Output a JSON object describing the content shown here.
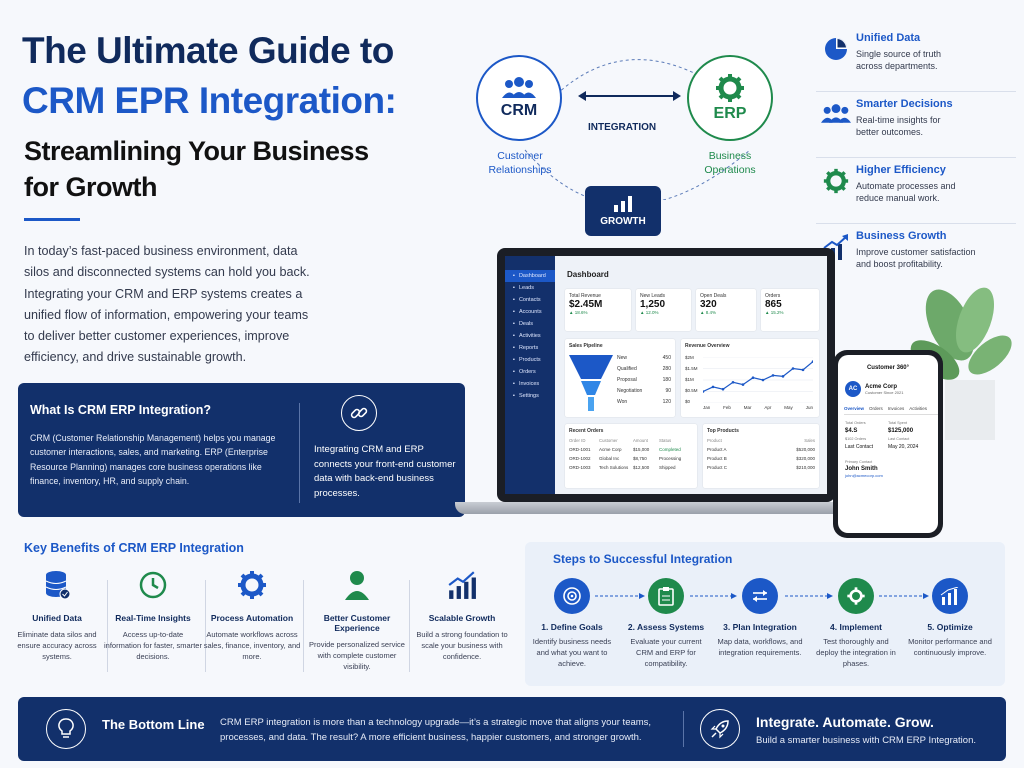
{
  "hero": {
    "title_line1": "The Ultimate Guide to",
    "title_line2": "CRM EPR Integration:",
    "subtitle_line1": "Streamlining Your Business",
    "subtitle_line2": "for Growth",
    "intro": "In today’s fast-paced business environment, data silos and disconnected systems can hold you back. Integrating your CRM and ERP systems creates a unified flow of information, empowering your teams to deliver better customer experiences, improve efficiency, and drive sustainable growth."
  },
  "diagram": {
    "crm_label": "CRM",
    "erp_label": "ERP",
    "integration_label": "INTEGRATION",
    "growth_label": "GROWTH",
    "crm_caption_1": "Customer",
    "crm_caption_2": "Relationships",
    "erp_caption_1": "Business",
    "erp_caption_2": "Operations"
  },
  "right_features": [
    {
      "icon": "pie-chart-icon",
      "title": "Unified Data",
      "desc_1": "Single source of truth",
      "desc_2": "across departments."
    },
    {
      "icon": "people-icon",
      "title": "Smarter Decisions",
      "desc_1": "Real-time insights for",
      "desc_2": "better outcomes."
    },
    {
      "icon": "gear-icon",
      "title": "Higher Efficiency",
      "desc_1": "Automate processes and",
      "desc_2": "reduce manual work."
    },
    {
      "icon": "growth-chart-icon",
      "title": "Business Growth",
      "desc_1": "Improve customer satisfaction",
      "desc_2": "and boost profitability."
    }
  ],
  "what_is": {
    "title": "What Is CRM ERP Integration?",
    "body": "CRM (Customer Relationship Management) helps you manage customer interactions, sales, and marketing. ERP (Enterprise Resource Planning) manages core business operations like finance, inventory, HR, and supply chain.",
    "side": "Integrating CRM and ERP connects your front-end customer data with back-end business processes."
  },
  "dashboard": {
    "title": "Dashboard",
    "sidebar": [
      "Dashboard",
      "Leads",
      "Contacts",
      "Accounts",
      "Deals",
      "Activities",
      "Reports",
      "Products",
      "Orders",
      "Invoices",
      "Settings"
    ],
    "kpis": [
      {
        "label": "Total Revenue",
        "value": "$2.45M",
        "delta": "▲ 18.6%"
      },
      {
        "label": "New Leads",
        "value": "1,250",
        "delta": "▲ 12.0%"
      },
      {
        "label": "Open Deals",
        "value": "320",
        "delta": "▲ 8.4%"
      },
      {
        "label": "Orders",
        "value": "865",
        "delta": "▲ 15.2%"
      }
    ],
    "pipeline_title": "Sales Pipeline",
    "pipeline": [
      {
        "stage": "New",
        "value": "450"
      },
      {
        "stage": "Qualified",
        "value": "280"
      },
      {
        "stage": "Proposal",
        "value": "180"
      },
      {
        "stage": "Negotiation",
        "value": "90"
      },
      {
        "stage": "Won",
        "value": "120"
      }
    ],
    "revenue_title": "Revenue Overview",
    "revenue_y": [
      "$2M",
      "$1.5M",
      "$1M",
      "$0.5M",
      "$0"
    ],
    "revenue_x": [
      "Jan",
      "Feb",
      "Mar",
      "Apr",
      "May",
      "Jun"
    ],
    "revenue_points": [
      0.25,
      0.35,
      0.3,
      0.45,
      0.4,
      0.55,
      0.5,
      0.6,
      0.58,
      0.75,
      0.72,
      0.9
    ],
    "orders_title": "Recent Orders",
    "orders_headers": [
      "Order ID",
      "Customer",
      "Amount",
      "Status"
    ],
    "orders": [
      [
        "ORD-1001",
        "Acme Corp",
        "$15,000",
        "Completed"
      ],
      [
        "ORD-1002",
        "Global Inc",
        "$8,750",
        "Processing"
      ],
      [
        "ORD-1003",
        "Tech Solutions",
        "$12,500",
        "Shipped"
      ]
    ],
    "products_title": "Top Products",
    "products_headers": [
      "Product",
      "Sales"
    ],
    "products": [
      [
        "Product A",
        "$520,000"
      ],
      [
        "Product B",
        "$320,000"
      ],
      [
        "Product C",
        "$210,000"
      ]
    ]
  },
  "phone": {
    "title": "Customer 360°",
    "avatar": "AC",
    "company": "Acme Corp",
    "since": "Customer Since 2021",
    "tabs": [
      "Overview",
      "Orders",
      "Invoices",
      "Activities"
    ],
    "stat1_label": "Total Orders",
    "stat1_value": "$4.S",
    "stat2_label": "Total Spent",
    "stat2_value": "$125,000",
    "stat3_label": "$102 Orders",
    "stat3_value": "Last Contact",
    "last_contact_label": "Last Contact",
    "last_contact_value": "May 20, 2024",
    "primary_label": "Primary Contact",
    "primary_name": "John Smith",
    "primary_email": "john@acmecorp.com"
  },
  "benefits": {
    "title": "Key Benefits of CRM ERP Integration",
    "items": [
      {
        "icon": "database-icon",
        "title": "Unified Data",
        "desc": "Eliminate data silos and ensure accuracy across systems."
      },
      {
        "icon": "clock-icon",
        "title": "Real-Time Insights",
        "desc": "Access up-to-date information for faster, smarter decisions."
      },
      {
        "icon": "gear-icon",
        "title": "Process Automation",
        "desc": "Automate workflows across sales, finance, inventory, and more."
      },
      {
        "icon": "person-icon",
        "title": "Better Customer Experience",
        "desc": "Provide personalized service with complete customer visibility."
      },
      {
        "icon": "bar-chart-icon",
        "title": "Scalable Growth",
        "desc": "Build a strong foundation to scale your business with confidence."
      }
    ]
  },
  "steps": {
    "title": "Steps to Successful Integration",
    "items": [
      {
        "title": "1. Define Goals",
        "desc": "Identify business needs and what you want to achieve."
      },
      {
        "title": "2. Assess Systems",
        "desc": "Evaluate your current CRM and ERP for compatibility."
      },
      {
        "title": "3. Plan Integration",
        "desc": "Map data, workflows, and integration requirements."
      },
      {
        "title": "4. Implement",
        "desc": "Test thoroughly and deploy the integration in phases."
      },
      {
        "title": "5. Optimize",
        "desc": "Monitor performance and continuously improve."
      }
    ]
  },
  "bottom": {
    "title": "The Bottom Line",
    "body": "CRM ERP integration is more than a technology upgrade—it’s a strategic move that aligns your teams, processes, and data. The result? A more efficient business, happier customers, and stronger growth.",
    "tagline": "Integrate. Automate. Grow.",
    "sub": "Build a smarter business with CRM ERP Integration."
  },
  "colors": {
    "navy": "#12306b",
    "blue": "#1c58c7",
    "green": "#1f8a4c"
  }
}
